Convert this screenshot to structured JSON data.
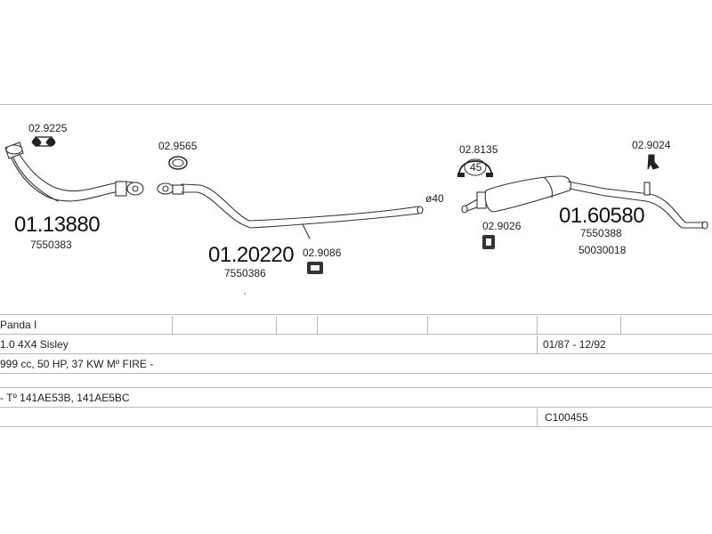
{
  "parts": {
    "front_pipe": {
      "number": "01.13880",
      "oe": "7550383"
    },
    "front_gasket": {
      "number": "02.9225"
    },
    "mid_ring": {
      "number": "02.9565"
    },
    "mid_pipe": {
      "number": "01.20220",
      "oe": "7550386"
    },
    "mid_mount": {
      "number": "02.9086"
    },
    "rear_clamp": {
      "number": "02.8135",
      "size": "45"
    },
    "rear_hanger_top": {
      "number": "02.9024"
    },
    "rear_mount": {
      "number": "02.9026"
    },
    "rear_silencer": {
      "number": "01.60580",
      "oe1": "7550388",
      "oe2": "50030018"
    },
    "pipe_diameter": "ø40"
  },
  "table": {
    "model": "Panda I",
    "variant": "1.0 4X4 Sisley",
    "dates": "01/87 - 12/92",
    "engine": "999 cc, 50 HP, 37 KW Mº FIRE -",
    "codes": "- Tº 141AE53B, 141AE5BC",
    "catalog_code": "C100455"
  }
}
